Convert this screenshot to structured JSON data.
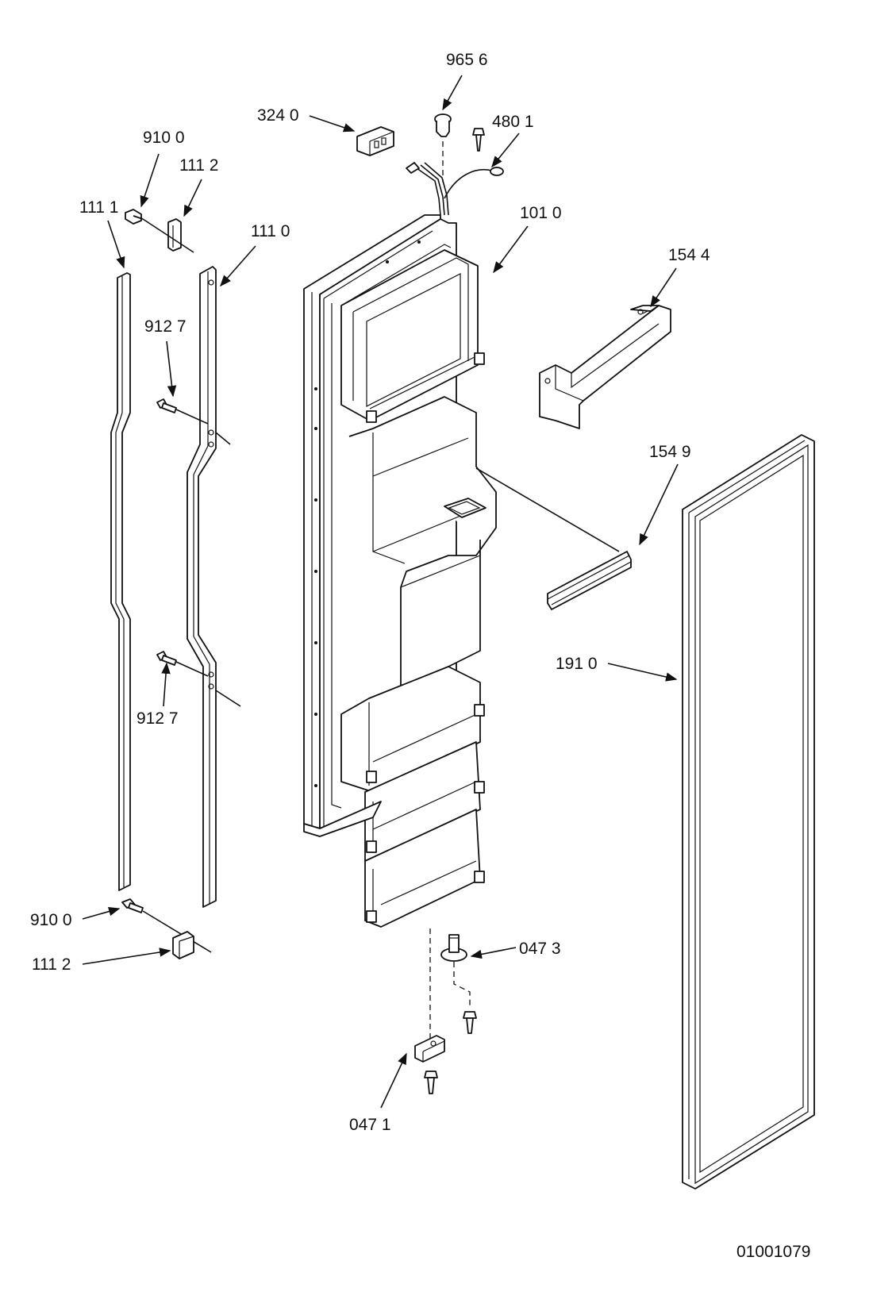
{
  "labels": {
    "p9656": "965 6",
    "p3240": "324 0",
    "p4801": "480 1",
    "p9100_top": "910 0",
    "p1112_top": "111 2",
    "p1111": "111 1",
    "p1110": "111 0",
    "p1010": "101 0",
    "p1544": "154 4",
    "p9127_top": "912 7",
    "p1549": "154 9",
    "p1910": "191 0",
    "p9127_bottom": "912 7",
    "p9100_bottom": "910 0",
    "p1112_bottom": "111 2",
    "p0473": "047 3",
    "p0471": "047 1"
  },
  "figure_id": "01001079"
}
